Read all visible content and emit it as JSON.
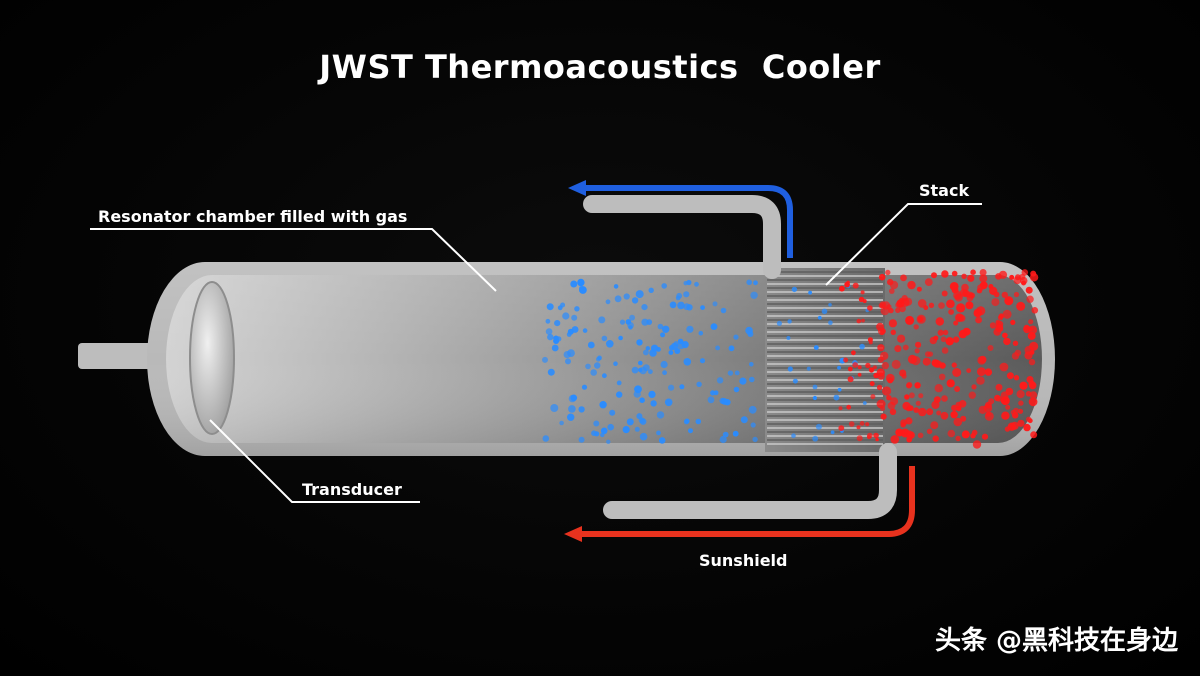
{
  "title": "JWST Thermoacoustics  Cooler",
  "labels": {
    "resonator": "Resonator chamber filled with gas",
    "stack": "Stack",
    "transducer": "Transducer",
    "sunshield": "Sunshield"
  },
  "watermark": "头条 @黑科技在身边",
  "colors": {
    "background": "#000000",
    "tube": "#bdbdbd",
    "cold_particles": "#2a8cff",
    "hot_particles": "#ff1a1a",
    "cold_arrow": "#1f5fe0",
    "hot_arrow": "#e8321e"
  }
}
